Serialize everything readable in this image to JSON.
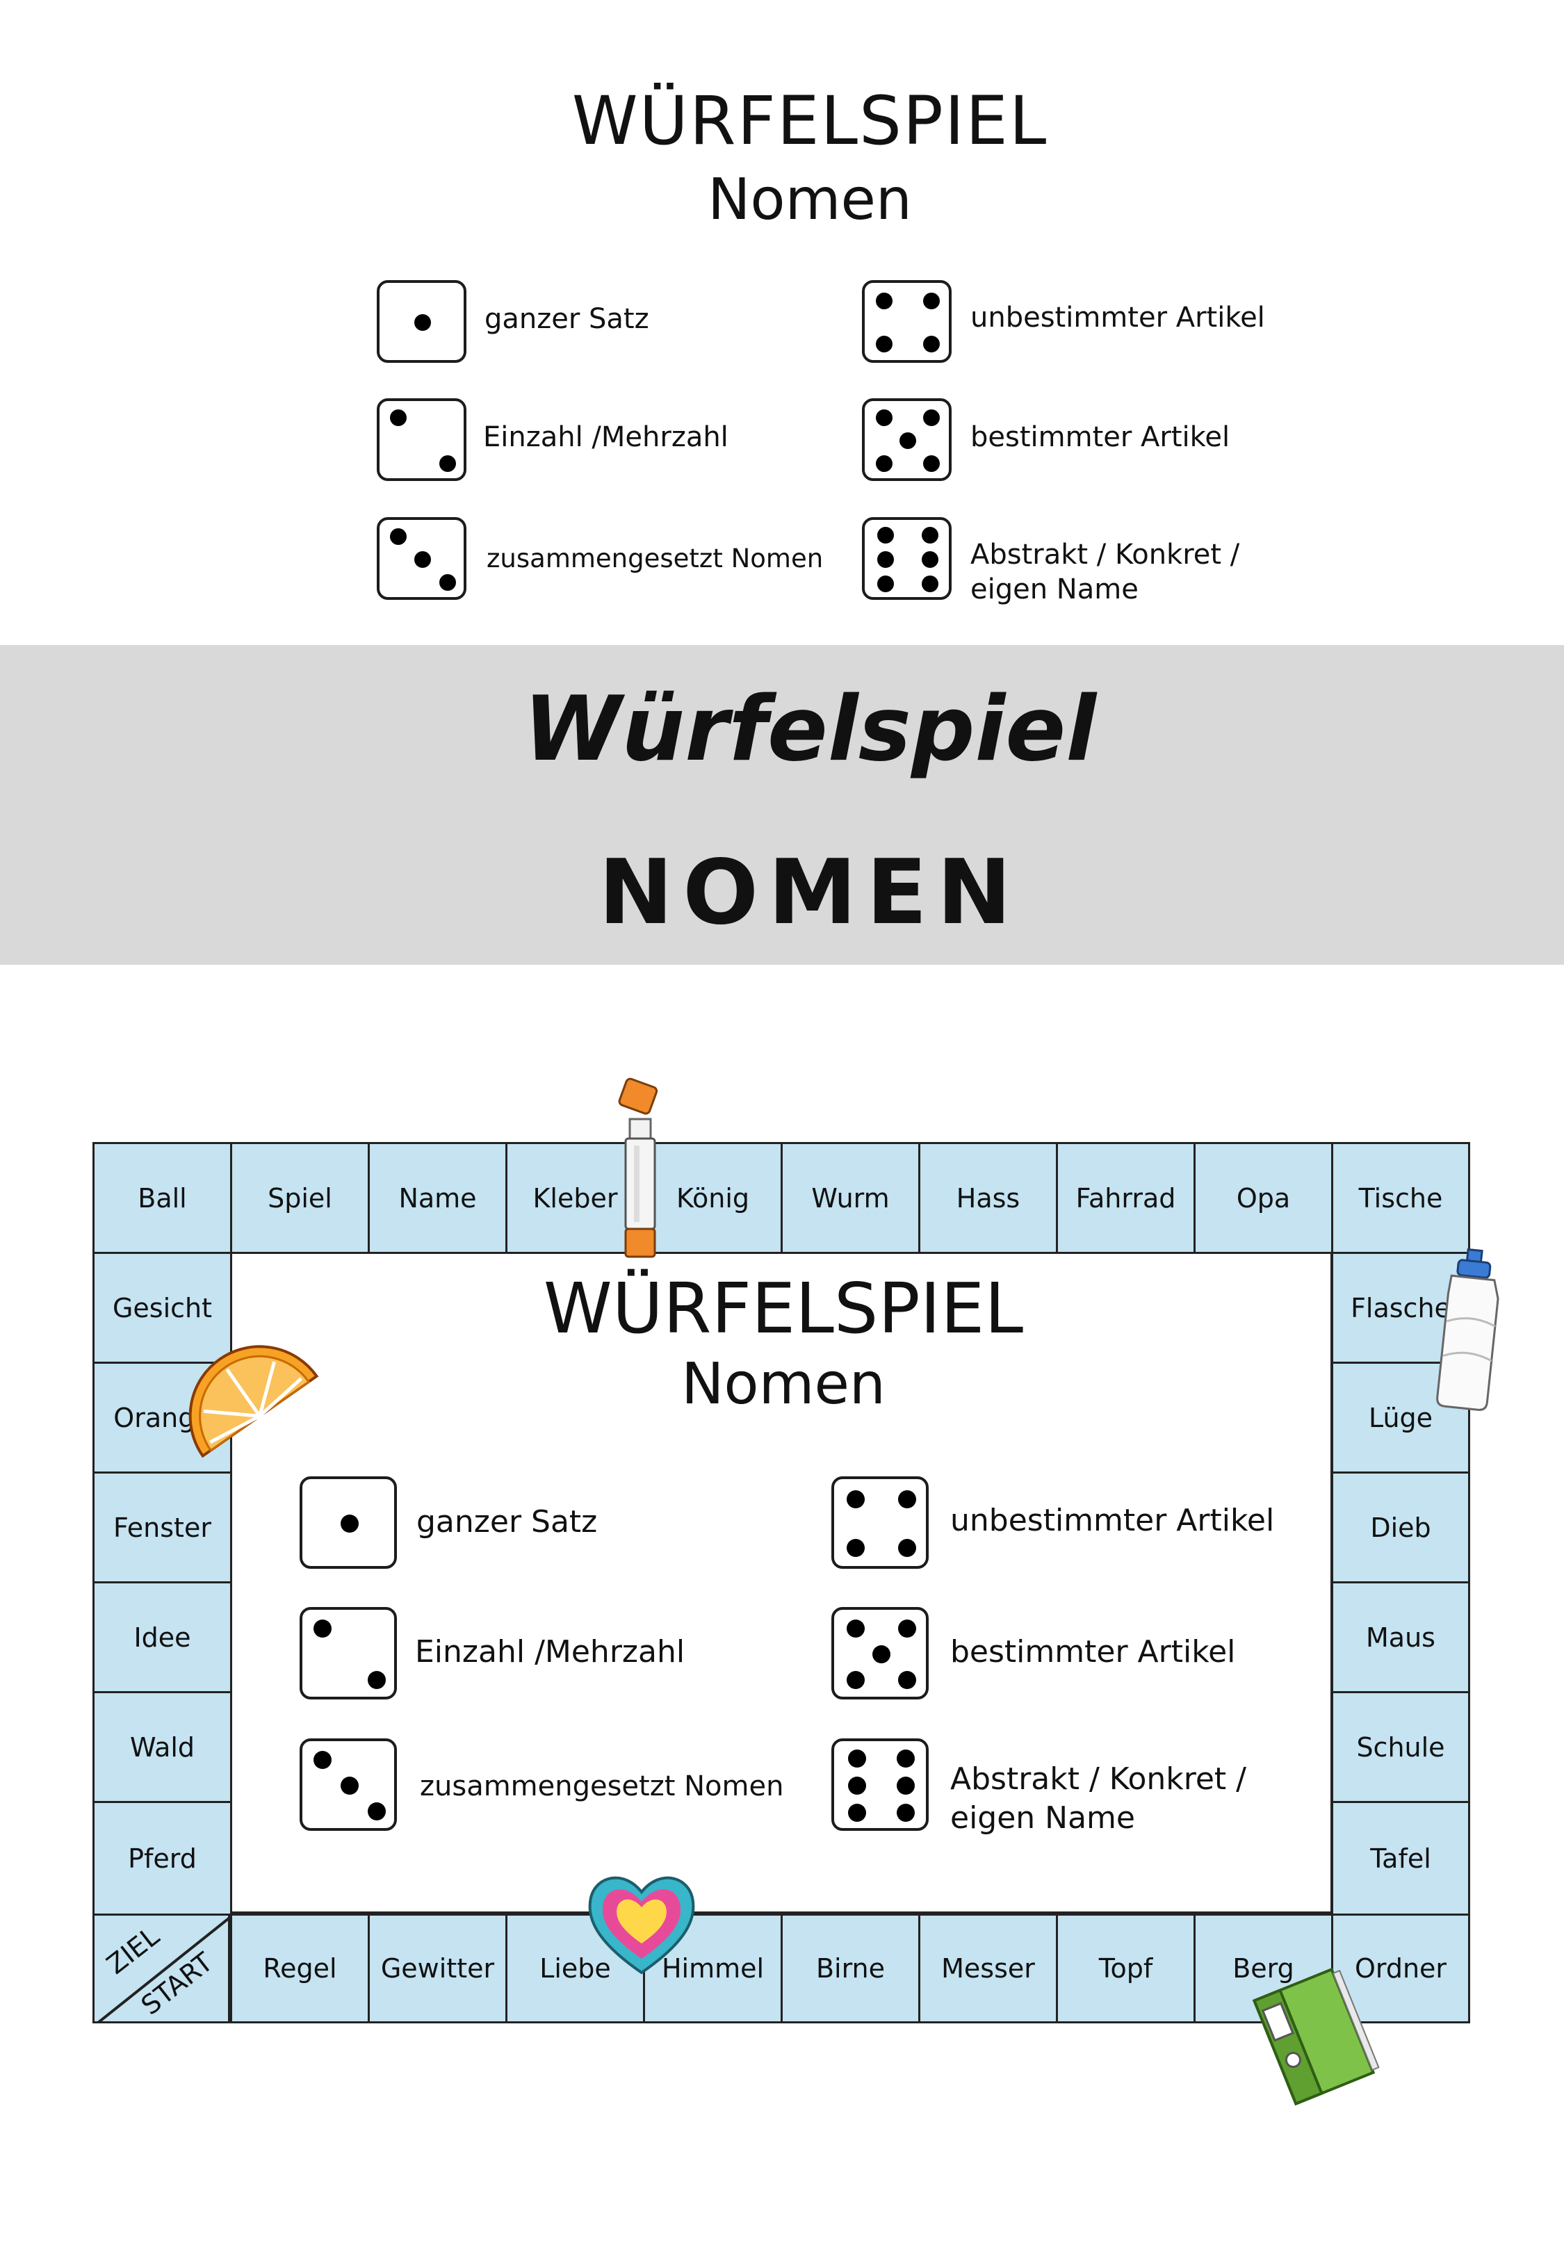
{
  "header": {
    "title": "WÜRFELSPIEL",
    "subtitle": "Nomen",
    "legend": [
      {
        "pips": 1,
        "label": "ganzer Satz"
      },
      {
        "pips": 2,
        "label": "Einzahl /Mehrzahl"
      },
      {
        "pips": 3,
        "label": "zusammengesetzt Nomen"
      },
      {
        "pips": 4,
        "label": "unbestimmter Artikel"
      },
      {
        "pips": 5,
        "label": "bestimmter Artikel"
      },
      {
        "pips": 6,
        "label": "Abstrakt / Konkret /",
        "label2": "eigen Name"
      }
    ]
  },
  "banner": {
    "title": "Würfelspiel",
    "subtitle": "NOMEN",
    "background": "#d9d9d9"
  },
  "board": {
    "cell_color": "#c5e3f1",
    "top_row": [
      "Ball",
      "Spiel",
      "Name",
      "Kleber",
      "König",
      "Wurm",
      "Hass",
      "Fahrrad",
      "Opa",
      "Tische"
    ],
    "left_column": [
      "Gesicht",
      "Orange",
      "Fenster",
      "Idee",
      "Wald",
      "Pferd"
    ],
    "right_column": [
      "Flasche",
      "Lüge",
      "Dieb",
      "Maus",
      "Schule",
      "Tafel"
    ],
    "bottom_row": [
      "Regel",
      "Gewitter",
      "Liebe",
      "Himmel",
      "Birne",
      "Messer",
      "Topf",
      "Berg",
      "Ordner"
    ],
    "corner_goal": "ZIEL",
    "corner_start": "START",
    "center_title": "WÜRFELSPIEL",
    "center_subtitle": "Nomen",
    "stickers": [
      "glue-stick",
      "water-bottle",
      "orange-slice",
      "heart",
      "green-binder"
    ]
  }
}
